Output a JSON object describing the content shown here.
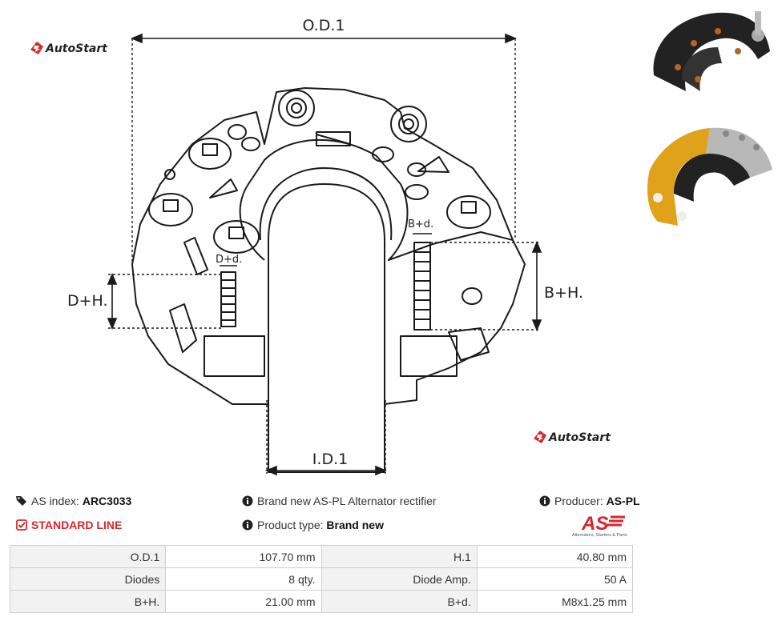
{
  "brand": {
    "name": "AutoStart",
    "accent": "#d9262c"
  },
  "drawing": {
    "dimensions": {
      "od": "O.D.1",
      "id": "I.D.1",
      "bh": "B+H.",
      "dh": "D+H.",
      "bd": "B+d.",
      "dd": "D+d."
    }
  },
  "info": {
    "as_index_label": "AS index:",
    "as_index_value": "ARC3033",
    "standard_line": "STANDARD LINE",
    "description": "Brand new AS-PL Alternator rectifier",
    "product_type_label": "Product type:",
    "product_type_value": "Brand new",
    "producer_label": "Producer:",
    "producer_value": "AS-PL",
    "as_logo_text": "AS",
    "as_logo_tagline": "Alternators, Starters & Parts"
  },
  "specs": [
    {
      "k1": "O.D.1",
      "v1": "107.70 mm",
      "k2": "H.1",
      "v2": "40.80 mm"
    },
    {
      "k1": "Diodes",
      "v1": "8 qty.",
      "k2": "Diode Amp.",
      "v2": "50 A"
    },
    {
      "k1": "B+H.",
      "v1": "21.00 mm",
      "k2": "B+d.",
      "v2": "M8x1.25 mm"
    }
  ]
}
